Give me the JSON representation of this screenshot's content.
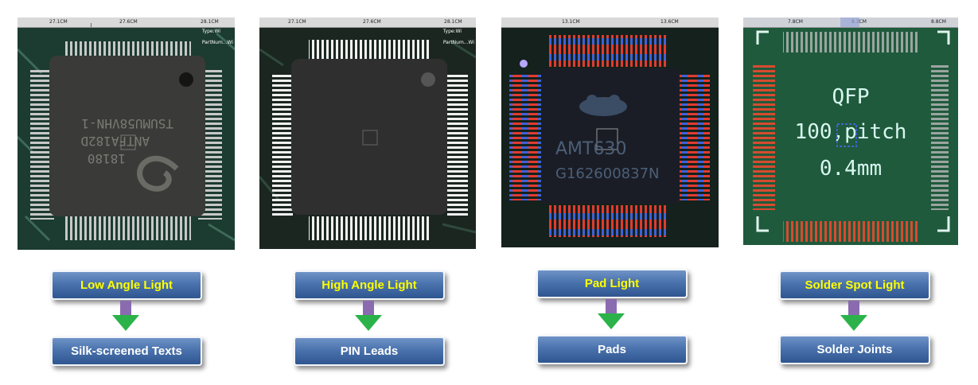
{
  "panels": [
    {
      "ruler_labels": [
        "27.1CM",
        "27.6CM",
        "28.1CM"
      ],
      "overlay": [
        "Type:Wi",
        "PartNum...Wi"
      ],
      "chip_marking": [
        "18180",
        "ANTFA182D",
        "TSUMU58VHN-1"
      ],
      "light_label": "Low Angle Light",
      "result_label": "Silk-screened Texts"
    },
    {
      "ruler_labels": [
        "27.1CM",
        "27.6CM",
        "28.1CM"
      ],
      "overlay": [
        "Type:Wi",
        "PartNum...Wi"
      ],
      "light_label": "High Angle Light",
      "result_label": "PIN Leads"
    },
    {
      "ruler_labels": [
        "13.1CM",
        "13.6CM"
      ],
      "chip_marking": [
        "AMT630",
        "G162600837N"
      ],
      "light_label": "Pad Light",
      "result_label": "Pads"
    },
    {
      "ruler_labels": [
        "7.8CM",
        "8.3CM",
        "8.8CM"
      ],
      "text_lines": [
        "QFP",
        "100,pitch",
        "0.4mm"
      ],
      "light_label": "Solder Spot Light",
      "result_label": "Solder Joints"
    }
  ],
  "colors": {
    "button_top": "#4a72ad",
    "button_text_top": "#ffff00",
    "button_text_bottom": "#ffffff",
    "arrow_fill": "#2bb34a",
    "arrow_shaft": "#8a6bb0",
    "board_green": "#1c4a3a"
  }
}
